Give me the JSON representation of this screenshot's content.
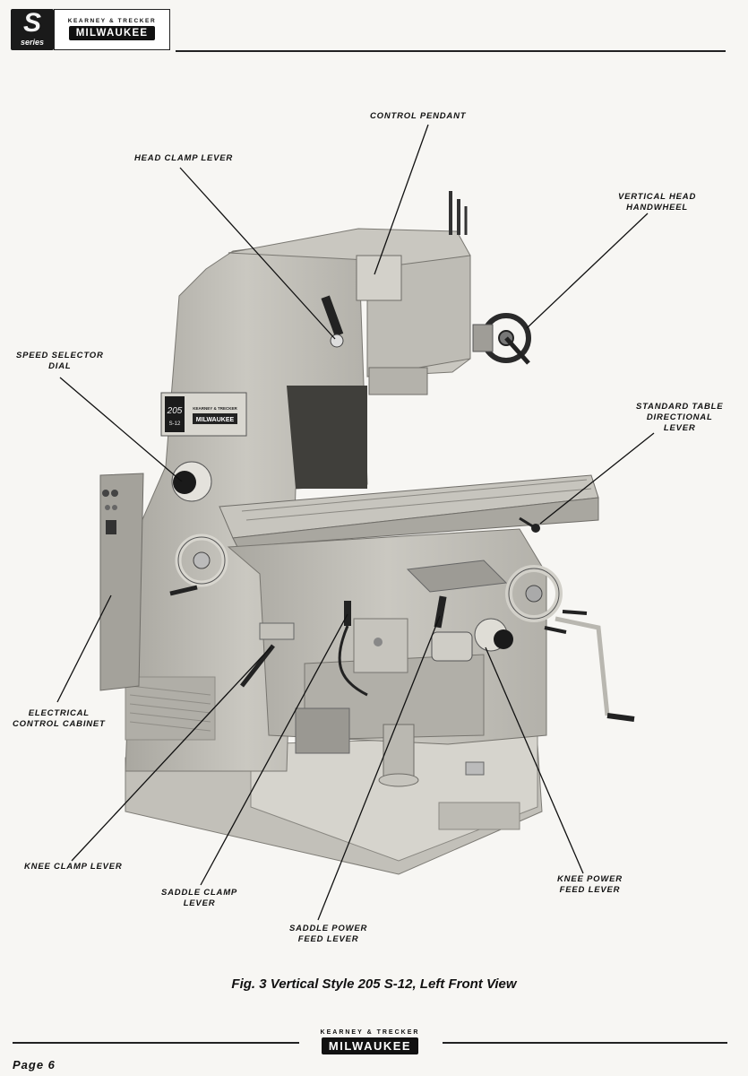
{
  "header": {
    "series_letter": "S",
    "series_word": "series",
    "brand_top": "KEARNEY & TRECKER",
    "brand_main": "MILWAUKEE"
  },
  "figure": {
    "plate_number": "205",
    "plate_model": "S-12",
    "plate_brand_top": "KEARNEY & TRECKER",
    "plate_brand_main": "MILWAUKEE",
    "labels": {
      "control_pendant": "CONTROL PENDANT",
      "head_clamp_lever": "HEAD CLAMP LEVER",
      "vertical_head_handwheel": "VERTICAL HEAD\nHANDWHEEL",
      "speed_selector_dial": "SPEED SELECTOR\nDIAL",
      "standard_table_directional_lever": "STANDARD TABLE\nDIRECTIONAL\nLEVER",
      "electrical_control_cabinet": "ELECTRICAL\nCONTROL CABINET",
      "knee_clamp_lever": "KNEE CLAMP LEVER",
      "saddle_clamp_lever": "SADDLE CLAMP\nLEVER",
      "saddle_power_feed_lever": "SADDLE POWER\nFEED LEVER",
      "knee_power_feed_lever": "KNEE POWER\nFEED LEVER"
    },
    "caption": "Fig. 3  Vertical Style 205 S-12, Left Front View"
  },
  "footer": {
    "brand_top": "KEARNEY & TRECKER",
    "brand_main": "MILWAUKEE",
    "page": "Page 6"
  }
}
